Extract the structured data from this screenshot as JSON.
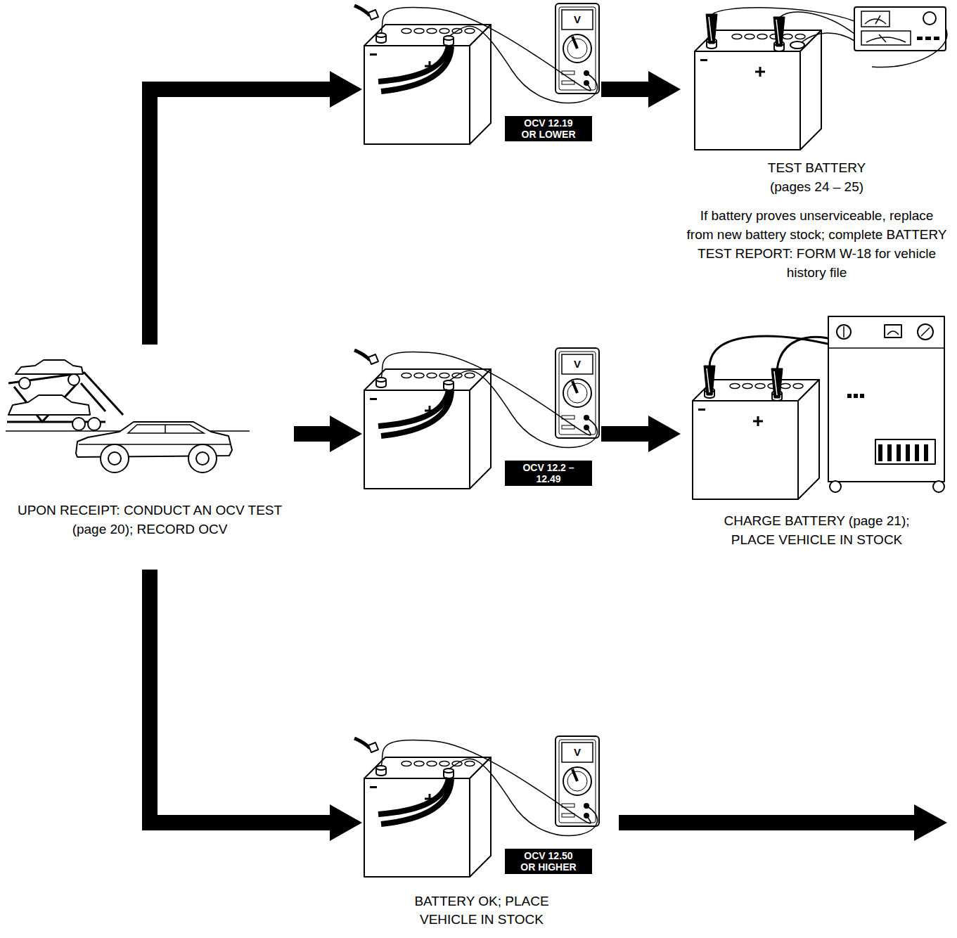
{
  "diagram": {
    "nodes": [
      {
        "text": [
          "UPON RECEIPT: CONDUCT AN OCV TEST (page 20); RECORD OCV"
        ]
      },
      {
        "text": [
          "OCV 12.19 OR LOWER"
        ]
      },
      {
        "text": [
          "TEST BATTERY (pages 24 – 25)",
          "If battery proves unserviceable, replace from new battery stock; complete BATTERY TEST REPORT: FORM W-18 for vehicle history file"
        ]
      },
      {
        "text": [
          "OCV 12.2 – 12.49"
        ]
      },
      {
        "text": [
          "CHARGE BATTERY (page 21); PLACE VEHICLE IN STOCK"
        ]
      },
      {
        "text": [
          "OCV 12.50 OR HIGHER",
          "BATTERY OK; PLACE VEHICLE IN STOCK"
        ]
      }
    ],
    "edges": [
      {
        "from": 0,
        "to": 1,
        "arrow": "to"
      },
      {
        "from": 0,
        "to": 3,
        "arrow": "to"
      },
      {
        "from": 0,
        "to": 5,
        "arrow": "to"
      },
      {
        "from": 1,
        "to": 2,
        "arrow": "to"
      },
      {
        "from": 3,
        "to": 4,
        "arrow": "to"
      }
    ],
    "labels": [
      "V",
      "V",
      "V"
    ]
  }
}
